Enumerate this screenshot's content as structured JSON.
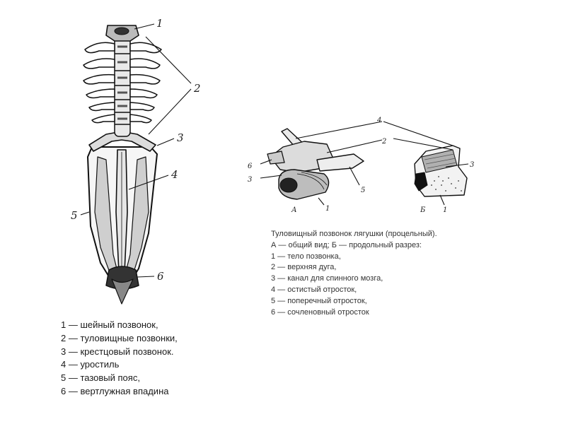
{
  "skeleton": {
    "labels": [
      "1",
      "2",
      "3",
      "4",
      "5",
      "6"
    ],
    "legend": [
      "1 — шейный позвонок,",
      "2 — туловищные позвонки,",
      "3 — крестцовый позвонок.",
      "4 — уростиль",
      "5 — тазовый пояс,",
      "6 — вертлужная впадина"
    ]
  },
  "vertebra": {
    "view_a_letter": "А",
    "view_b_letter": "Б",
    "labels": [
      "1",
      "2",
      "3",
      "4",
      "5",
      "6"
    ],
    "caption_title": "Туловищный позвонок лягушки (процельный).",
    "caption_subtitle": "А — общий  вид; Б — продольный разрез:",
    "legend": [
      "1 — тело позвонка,",
      "2 — верхняя дуга,",
      "3 — канал для спинного  мозга,",
      "4 — остистый  отросток,",
      "5 — поперечный отросток,",
      "6 — сочленовный  отросток"
    ]
  }
}
